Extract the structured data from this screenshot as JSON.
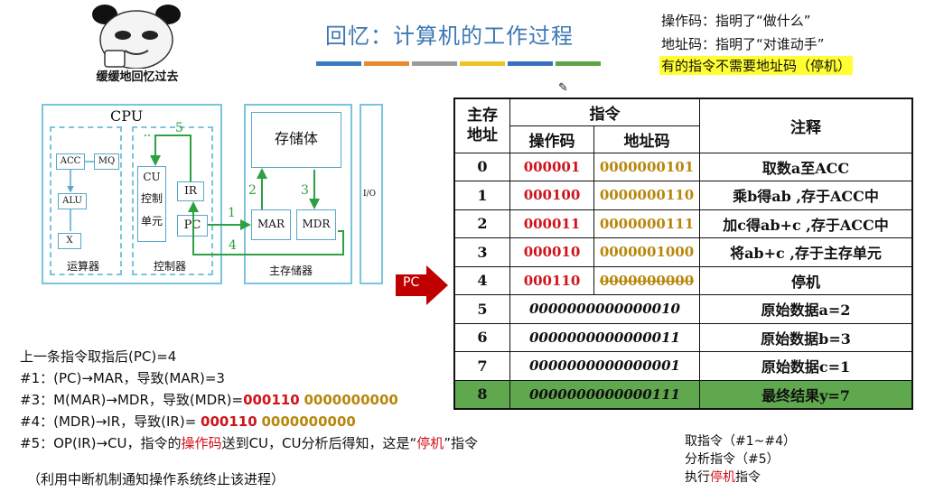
{
  "title": "回忆：计算机的工作过程",
  "meme_caption": "缓缓地回忆过去",
  "title_bar_colors": [
    "#3a7bbf",
    "#e8892e",
    "#9a9a9a",
    "#f1c21b",
    "#3a6fbf",
    "#5aa645"
  ],
  "notes": {
    "line1": "操作码：指明了“做什么”",
    "line2": "地址码：指明了“对谁动手”",
    "line3": "有的指令不需要地址码（停机）"
  },
  "diagram": {
    "cpu": "CPU",
    "acc": "ACC",
    "mq": "MQ",
    "alu": "ALU",
    "x": "X",
    "alu_group": "运算器",
    "cu": "CU",
    "cu_desc1": "控制",
    "cu_desc2": "单元",
    "ir": "IR",
    "pc": "PC",
    "controller": "控制器",
    "storage": "存储体",
    "mar": "MAR",
    "mdr": "MDR",
    "main_memory": "主存储器",
    "io": "I/O",
    "step1": "1",
    "step2": "2",
    "step3": "3",
    "step4": "4",
    "step5": "5"
  },
  "pc_marker": "PC",
  "table": {
    "header_addr": "主存地址",
    "header_instr": "指令",
    "header_op": "操作码",
    "header_ad": "地址码",
    "header_note": "注释",
    "rows": [
      {
        "addr": "0",
        "op": "000001",
        "ad": "0000000101",
        "note": "取数a至ACC"
      },
      {
        "addr": "1",
        "op": "000100",
        "ad": "0000000110",
        "note": "乘b得ab ,存于ACC中"
      },
      {
        "addr": "2",
        "op": "000011",
        "ad": "0000000111",
        "note": "加c得ab+c ,存于ACC中"
      },
      {
        "addr": "3",
        "op": "000010",
        "ad": "0000001000",
        "note": "将ab+c ,存于主存单元"
      },
      {
        "addr": "4",
        "op": "000110",
        "ad": "0000000000",
        "note": "停机"
      }
    ],
    "data_rows": [
      {
        "addr": "5",
        "value": "0000000000000010",
        "note": "原始数据a=2"
      },
      {
        "addr": "6",
        "value": "0000000000000011",
        "note": "原始数据b=3"
      },
      {
        "addr": "7",
        "value": "0000000000000001",
        "note": "原始数据c=1"
      },
      {
        "addr": "8",
        "value": "0000000000000111",
        "note": "最终结果y=7"
      }
    ]
  },
  "steps": {
    "intro": "上一条指令取指后(PC)=4",
    "s1": "#1：(PC)→MAR，导致(MAR)=3",
    "s3_pre": "#3：M(MAR)→MDR，导致(MDR)=",
    "s3_op": "000110",
    "s3_ad": "0000000000",
    "s4_pre": "#4：(MDR)→IR，导致(IR)= ",
    "s4_op": "000110",
    "s4_ad": "0000000000",
    "s5_a": "#5：OP(IR)→CU，指令的",
    "s5_b": "操作码",
    "s5_c": "送到CU，CU分析后得知，这是“",
    "s5_d": "停机",
    "s5_e": "”指令",
    "footer": "（利用中断机制通知操作系统终止该进程）"
  },
  "side": {
    "l1": "取指令（#1~#4）",
    "l2": "分析指令（#5）",
    "l3_a": "执行",
    "l3_b": "停机",
    "l3_c": "指令"
  }
}
